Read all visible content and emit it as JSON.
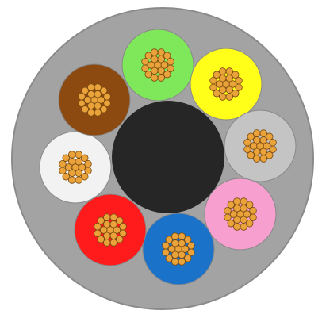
{
  "diagram": {
    "jacket_color": "#a3a3a3",
    "jacket_stroke": "#8a8a8a",
    "core_color": "#262626",
    "strand_fill": "#e9a33a",
    "strand_stroke": "#7a4a10",
    "strands_per_conductor": 19,
    "conductors": [
      {
        "name": "green",
        "color": "#7fe85a"
      },
      {
        "name": "yellow",
        "color": "#ffff1a"
      },
      {
        "name": "grey",
        "color": "#c4c4c4"
      },
      {
        "name": "pink",
        "color": "#f7a0cf"
      },
      {
        "name": "blue",
        "color": "#1a72c9"
      },
      {
        "name": "red",
        "color": "#ff1b1b"
      },
      {
        "name": "white",
        "color": "#f2f2f2"
      },
      {
        "name": "brown",
        "color": "#8c4a10"
      }
    ]
  }
}
